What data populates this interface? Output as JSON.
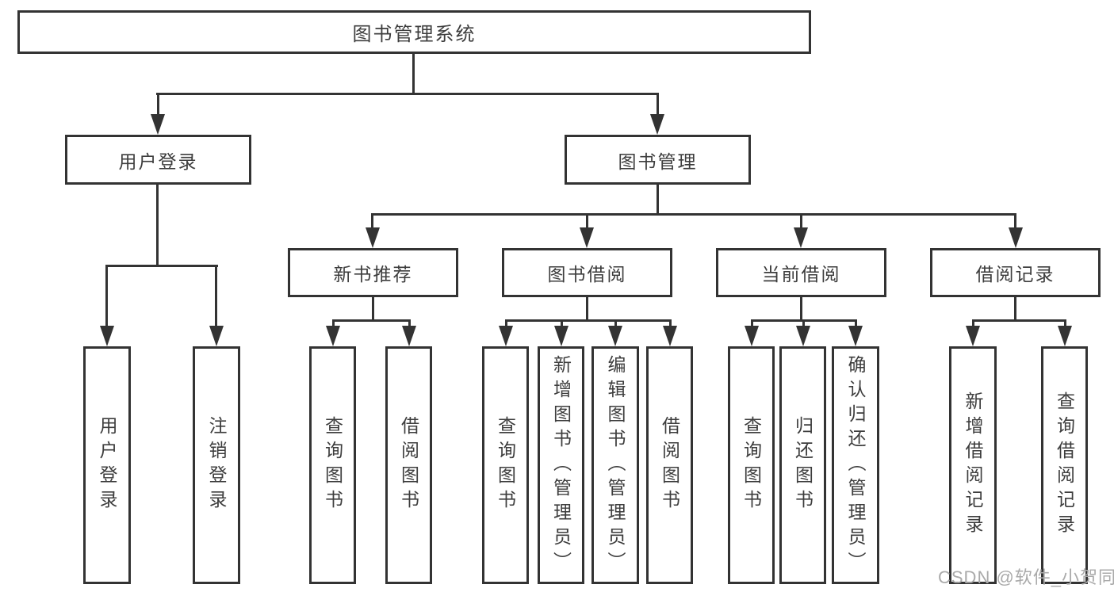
{
  "tree": {
    "root": {
      "label": "图书管理系统"
    },
    "branches": [
      {
        "label": "用户登录",
        "children": [
          {
            "label": "用户登录"
          },
          {
            "label": "注销登录"
          }
        ]
      },
      {
        "label": "图书管理",
        "children": [
          {
            "label": "新书推荐",
            "children": [
              {
                "label": "查询图书"
              },
              {
                "label": "借阅图书"
              }
            ]
          },
          {
            "label": "图书借阅",
            "children": [
              {
                "label": "查询图书"
              },
              {
                "label": "新增图书（管理员）"
              },
              {
                "label": "编辑图书（管理员）"
              },
              {
                "label": "借阅图书"
              }
            ]
          },
          {
            "label": "当前借阅",
            "children": [
              {
                "label": "查询图书"
              },
              {
                "label": "归还图书"
              },
              {
                "label": "确认归还（管理员）"
              }
            ]
          },
          {
            "label": "借阅记录",
            "children": [
              {
                "label": "新增借阅记录"
              },
              {
                "label": "查询借阅记录"
              }
            ]
          }
        ]
      }
    ]
  },
  "watermark": {
    "text": "CSDN @软件_小贺同学"
  },
  "colors": {
    "line": "#333333",
    "text": "#3d3d3d",
    "watermark": "#aaaaaa"
  }
}
